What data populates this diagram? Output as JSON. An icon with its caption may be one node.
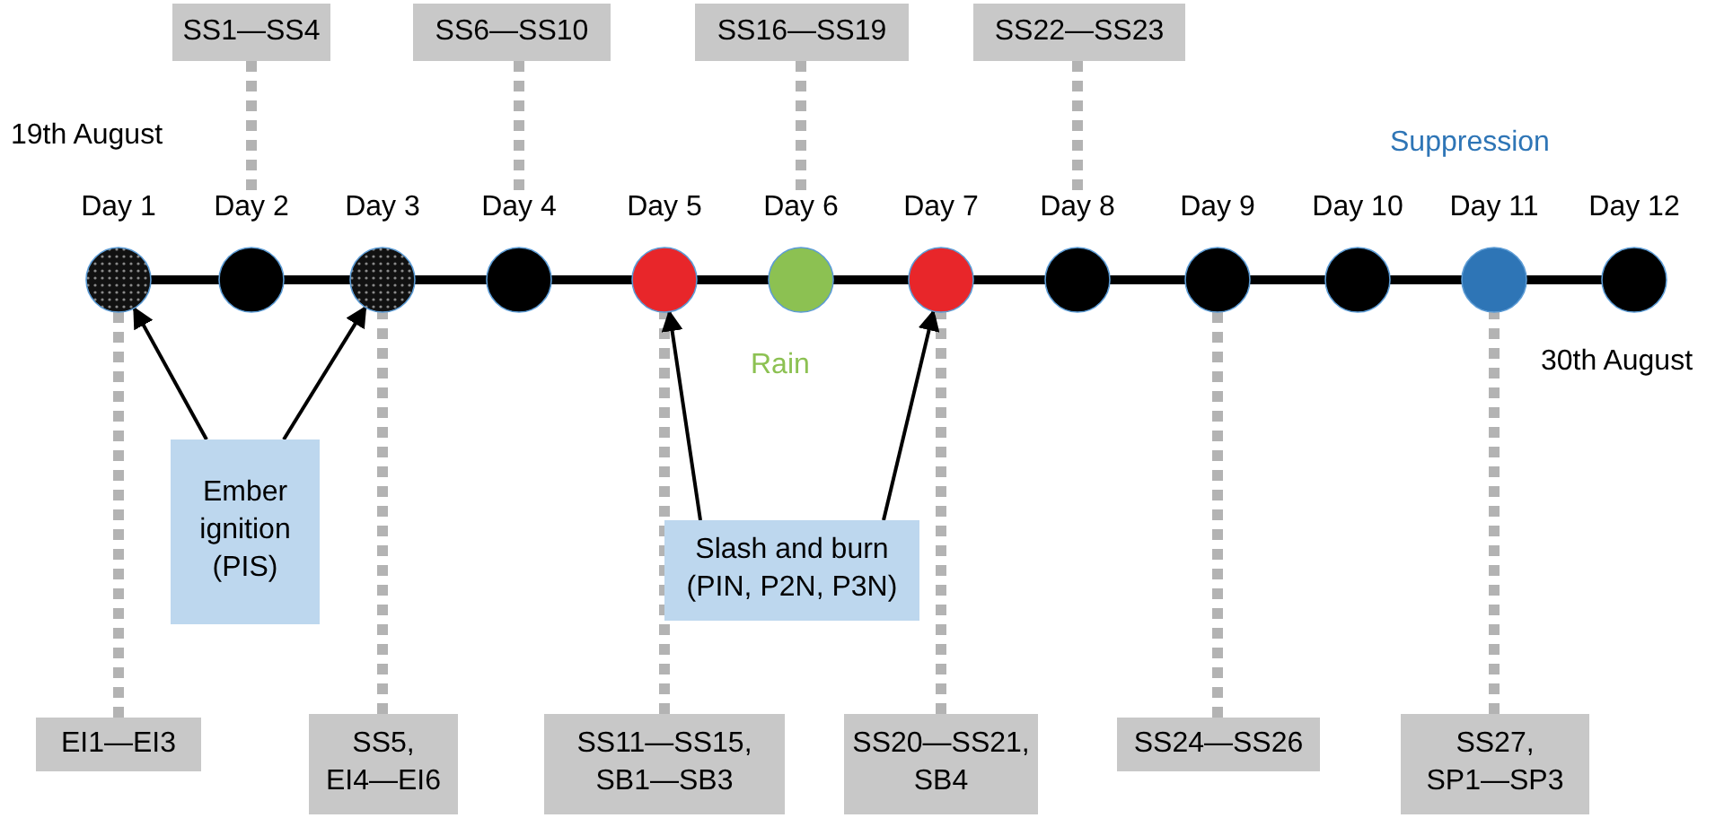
{
  "diagram": {
    "nodes": [
      {
        "text": [
          "SS1—SS4"
        ]
      },
      {
        "text": [
          "SS6—SS10"
        ]
      },
      {
        "text": [
          "SS16—SS19"
        ]
      },
      {
        "text": [
          "SS22—SS23"
        ]
      },
      {
        "text": [
          "Day 1"
        ],
        "beside": [
          "19th August"
        ]
      },
      {
        "text": [
          "Day 2"
        ]
      },
      {
        "text": [
          "Day 3"
        ]
      },
      {
        "text": [
          "Day 4"
        ]
      },
      {
        "text": [
          "Day 5"
        ]
      },
      {
        "text": [
          "Day 6"
        ],
        "beside": [
          "Rain"
        ]
      },
      {
        "text": [
          "Day 7"
        ]
      },
      {
        "text": [
          "Day 8"
        ]
      },
      {
        "text": [
          "Day 9"
        ]
      },
      {
        "text": [
          "Day 10"
        ]
      },
      {
        "text": [
          "Day 11"
        ],
        "beside": [
          "Suppression"
        ]
      },
      {
        "text": [
          "Day 12"
        ],
        "beside": [
          "30th August"
        ]
      },
      {
        "text": [
          "Ember ignition (PIS)"
        ]
      },
      {
        "text": [
          "Slash and burn (PIN, P2N, P3N)"
        ]
      },
      {
        "text": [
          "EI1—EI3"
        ]
      },
      {
        "text": [
          "SS5, EI4—EI6"
        ]
      },
      {
        "text": [
          "SS11—SS15, SB1—SB3"
        ]
      },
      {
        "text": [
          "SS20—SS21, SB4"
        ]
      },
      {
        "text": [
          "SS24—SS26"
        ]
      },
      {
        "text": [
          "SS27, SP1—SP3"
        ]
      }
    ],
    "edges": [
      {
        "from": 4,
        "to": 5,
        "arrow": "none"
      },
      {
        "from": 5,
        "to": 6,
        "arrow": "none"
      },
      {
        "from": 6,
        "to": 7,
        "arrow": "none"
      },
      {
        "from": 7,
        "to": 8,
        "arrow": "none"
      },
      {
        "from": 8,
        "to": 9,
        "arrow": "none"
      },
      {
        "from": 9,
        "to": 10,
        "arrow": "none"
      },
      {
        "from": 10,
        "to": 11,
        "arrow": "none"
      },
      {
        "from": 11,
        "to": 12,
        "arrow": "none"
      },
      {
        "from": 12,
        "to": 13,
        "arrow": "none"
      },
      {
        "from": 13,
        "to": 14,
        "arrow": "none"
      },
      {
        "from": 14,
        "to": 15,
        "arrow": "none"
      },
      {
        "from": 0,
        "to": 5,
        "arrow": "none",
        "style": "dashed",
        "color": "#b3b3b3"
      },
      {
        "from": 1,
        "to": 7,
        "arrow": "none",
        "style": "dashed",
        "color": "#b3b3b3"
      },
      {
        "from": 2,
        "to": 9,
        "arrow": "none",
        "style": "dashed",
        "color": "#b3b3b3"
      },
      {
        "from": 3,
        "to": 11,
        "arrow": "none",
        "style": "dashed",
        "color": "#b3b3b3"
      },
      {
        "from": 18,
        "to": 4,
        "arrow": "none",
        "style": "dashed",
        "color": "#b3b3b3"
      },
      {
        "from": 19,
        "to": 6,
        "arrow": "none",
        "style": "dashed",
        "color": "#b3b3b3"
      },
      {
        "from": 20,
        "to": 8,
        "arrow": "none",
        "style": "dashed",
        "color": "#b3b3b3"
      },
      {
        "from": 21,
        "to": 10,
        "arrow": "none",
        "style": "dashed",
        "color": "#b3b3b3"
      },
      {
        "from": 22,
        "to": 12,
        "arrow": "none",
        "style": "dashed",
        "color": "#b3b3b3"
      },
      {
        "from": 23,
        "to": 14,
        "arrow": "none",
        "style": "dashed",
        "color": "#b3b3b3"
      },
      {
        "from": 16,
        "to": 4,
        "arrow": "to"
      },
      {
        "from": 16,
        "to": 6,
        "arrow": "to"
      },
      {
        "from": 17,
        "to": 8,
        "arrow": "to"
      },
      {
        "from": 17,
        "to": 10,
        "arrow": "to"
      }
    ]
  }
}
